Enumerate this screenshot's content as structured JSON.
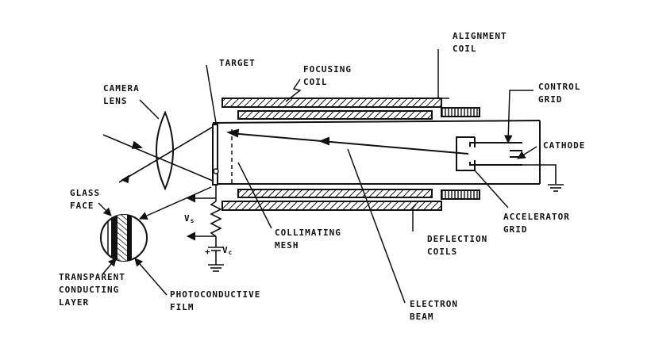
{
  "diagram": {
    "labels": {
      "alignment_coil": [
        "ALIGNMENT",
        "COIL"
      ],
      "target": "TARGET",
      "focusing_coil": [
        "FOCUSING",
        "COIL"
      ],
      "control_grid": [
        "CONTROL",
        "GRID"
      ],
      "camera_lens": [
        "CAMERA",
        "LENS"
      ],
      "cathode": "CATHODE",
      "glass_face": [
        "GLASS",
        "FACE"
      ],
      "accelerator_grid": [
        "ACCELERATOR",
        "GRID"
      ],
      "vs": "V",
      "vs_sub": "s",
      "vc": "V",
      "vc_sub": "c",
      "collimating_mesh": [
        "COLLIMATING",
        "MESH"
      ],
      "deflection_coils": [
        "DEFLECTION",
        "COILS"
      ],
      "transparent_conducting_layer": [
        "TRANSPARENT",
        "CONDUCTING",
        "LAYER"
      ],
      "photoconductive_film": [
        "PHOTOCONDUCTIVE",
        "FILM"
      ],
      "electron_beam": [
        "ELECTRON",
        "BEAM"
      ],
      "plus_sign": "+"
    }
  }
}
